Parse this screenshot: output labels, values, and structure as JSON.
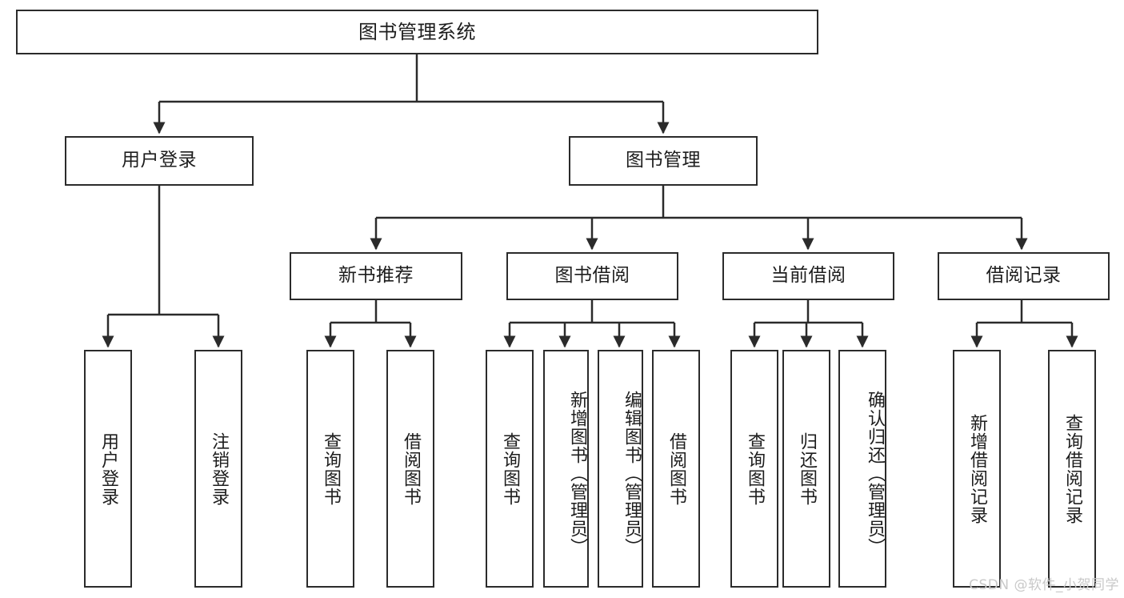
{
  "diagram": {
    "title": "图书管理系统",
    "type": "tree-hierarchy-chart",
    "root": {
      "label": "图书管理系统"
    },
    "level2": [
      {
        "label": "用户登录"
      },
      {
        "label": "图书管理"
      }
    ],
    "level3": [
      {
        "label": "新书推荐"
      },
      {
        "label": "图书借阅"
      },
      {
        "label": "当前借阅"
      },
      {
        "label": "借阅记录"
      }
    ],
    "leaves": {
      "user_login": [
        {
          "label": "用户登录"
        },
        {
          "label": "注销登录"
        }
      ],
      "new_book_recommend": [
        {
          "label": "查询图书"
        },
        {
          "label": "借阅图书"
        }
      ],
      "book_borrow": [
        {
          "label": "查询图书"
        },
        {
          "label": "新增图书（管理员）"
        },
        {
          "label": "编辑图书（管理员）"
        },
        {
          "label": "借阅图书"
        }
      ],
      "current_borrow": [
        {
          "label": "查询图书"
        },
        {
          "label": "归还图书"
        },
        {
          "label": "确认归还（管理员）"
        }
      ],
      "borrow_record": [
        {
          "label": "新增借阅记录"
        },
        {
          "label": "查询借阅记录"
        }
      ]
    }
  },
  "watermark": {
    "text": "CSDN @软件_小贺同学"
  },
  "colors": {
    "stroke": "#2b2b2b",
    "fill": "#ffffff",
    "text": "#1d1d1d",
    "watermark": "#c9c9c9"
  }
}
